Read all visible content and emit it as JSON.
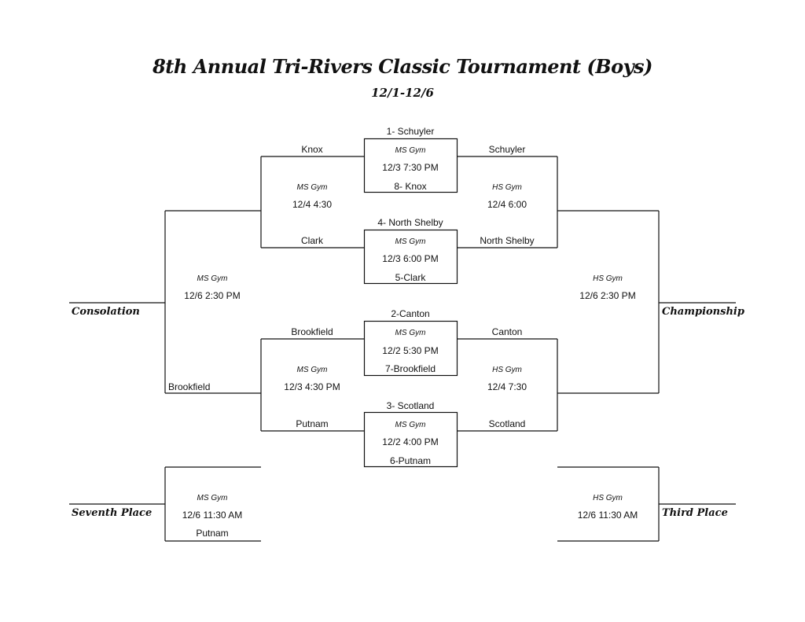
{
  "header": {
    "title": "8th Annual Tri-Rivers Classic Tournament (Boys)",
    "dates": "12/1-12/6"
  },
  "labels": {
    "consolation": "Consolation",
    "championship": "Championship",
    "seventh": "Seventh Place",
    "third": "Third Place"
  },
  "first_round": [
    {
      "top": "1- Schuyler",
      "gym": "MS Gym",
      "time": "12/3 7:30 PM",
      "bottom": "8- Knox"
    },
    {
      "top": "4- North Shelby",
      "gym": "MS Gym",
      "time": "12/3 6:00 PM",
      "bottom": "5-Clark"
    },
    {
      "top": "2-Canton",
      "gym": "MS Gym",
      "time": "12/2 5:30 PM",
      "bottom": "7-Brookfield"
    },
    {
      "top": "3- Scotland",
      "gym": "MS Gym",
      "time": "12/2 4:00 PM",
      "bottom": "6-Putnam"
    }
  ],
  "consolation_semis": [
    {
      "top": "Knox",
      "gym": "MS Gym",
      "time": "12/4 4:30",
      "bottom": "Clark"
    },
    {
      "top": "Brookfield",
      "gym": "MS Gym",
      "time": "12/3 4:30 PM",
      "bottom": "Putnam"
    }
  ],
  "championship_semis": [
    {
      "top": "Schuyler",
      "gym": "HS Gym",
      "time": "12/4 6:00",
      "bottom": "North Shelby"
    },
    {
      "top": "Canton",
      "gym": "HS Gym",
      "time": "12/4 7:30",
      "bottom": "Scotland"
    }
  ],
  "consolation_final": {
    "gym": "MS Gym",
    "time": "12/6 2:30 PM",
    "bottom": "Brookfield"
  },
  "championship_final": {
    "gym": "HS Gym",
    "time": "12/6 2:30 PM"
  },
  "seventh_place": {
    "gym": "MS Gym",
    "time": "12/6 11:30 AM",
    "bottom": "Putnam"
  },
  "third_place": {
    "gym": "HS Gym",
    "time": "12/6 11:30 AM"
  }
}
